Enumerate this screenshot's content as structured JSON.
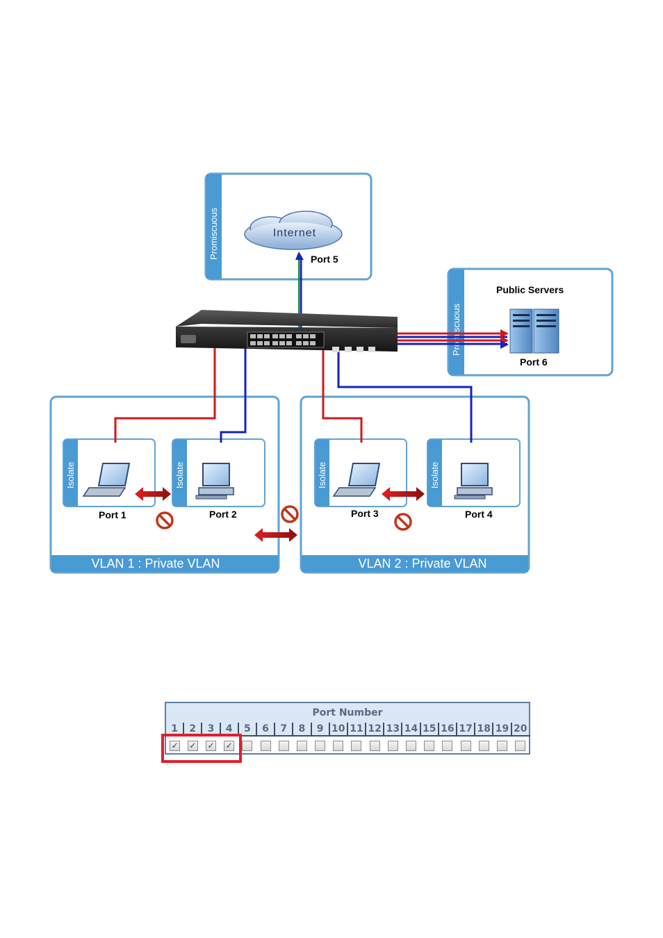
{
  "diagram": {
    "internet_box": {
      "side_label": "Promiscuous",
      "cloud_label": "Internet",
      "port_label": "Port 5"
    },
    "server_box": {
      "title": "Public Servers",
      "side_label": "Promiscuous",
      "port_label": "Port 6"
    },
    "vlan1": {
      "label": "VLAN 1 : Private VLAN",
      "hosts": [
        {
          "side_label": "Isolate",
          "port_label": "Port 1",
          "device": "laptop-icon"
        },
        {
          "side_label": "Isolate",
          "port_label": "Port 2",
          "device": "desktop-pc-icon"
        }
      ]
    },
    "vlan2": {
      "label": "VLAN 2 : Private VLAN",
      "hosts": [
        {
          "side_label": "Isolate",
          "port_label": "Port 3",
          "device": "laptop-icon"
        },
        {
          "side_label": "Isolate",
          "port_label": "Port 4",
          "device": "desktop-pc-icon"
        }
      ]
    },
    "colors": {
      "box_border": "#5fa3d6",
      "side_strip": "#4a9ad3",
      "vlan1_link": "#d01818",
      "vlan2_link": "#1822b8",
      "blocked": "#c0351a"
    }
  },
  "port_table": {
    "title": "Port Number",
    "ports": [
      "1",
      "2",
      "3",
      "4",
      "5",
      "6",
      "7",
      "8",
      "9",
      "10",
      "11",
      "12",
      "13",
      "14",
      "15",
      "16",
      "17",
      "18",
      "19",
      "20"
    ],
    "checked": [
      true,
      true,
      true,
      true,
      false,
      false,
      false,
      false,
      false,
      false,
      false,
      false,
      false,
      false,
      false,
      false,
      false,
      false,
      false,
      false
    ],
    "check_glyph": "✓"
  }
}
